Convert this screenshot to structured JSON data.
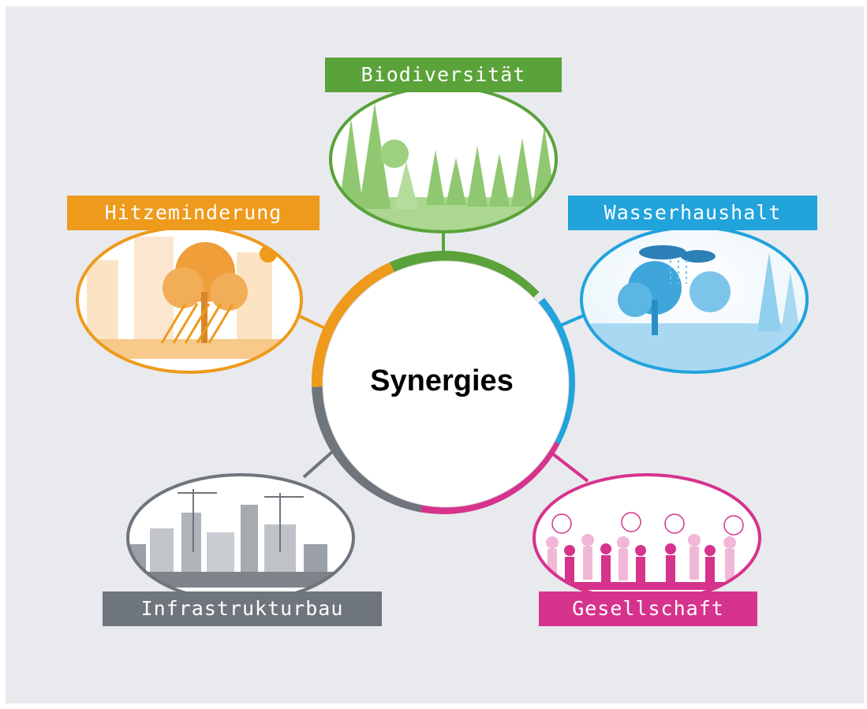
{
  "center": {
    "title": "Synergies"
  },
  "themes": {
    "biodiversity": {
      "label": "Biodiversität",
      "color": "#5aa23a"
    },
    "heat": {
      "label": "Hitzeminderung",
      "color": "#ee9a1c"
    },
    "water": {
      "label": "Wasserhaushalt",
      "color": "#22a3dc"
    },
    "infrastructure": {
      "label": "Infrastrukturbau",
      "color": "#6f757c"
    },
    "society": {
      "label": "Gesellschaft",
      "color": "#d6338d"
    }
  }
}
